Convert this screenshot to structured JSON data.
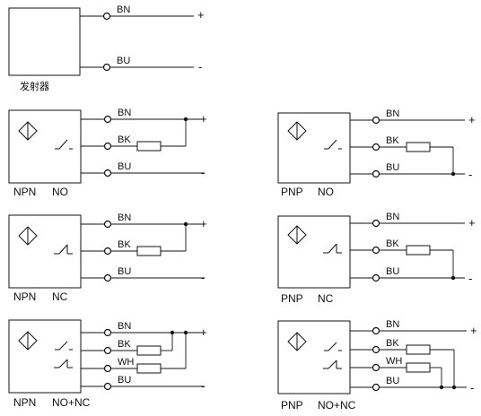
{
  "labels": {
    "brown": "BN",
    "black": "BK",
    "white": "WH",
    "blue": "BU",
    "plus": "+",
    "minus": "-"
  },
  "emitter": {
    "caption": "发射器"
  },
  "sensors": {
    "npn_no": {
      "type": "NPN",
      "mode": "NO"
    },
    "pnp_no": {
      "type": "PNP",
      "mode": "NO"
    },
    "npn_nc": {
      "type": "NPN",
      "mode": "NC"
    },
    "pnp_nc": {
      "type": "PNP",
      "mode": "NC"
    },
    "npn_nonc": {
      "type": "NPN",
      "mode": "NO+NC"
    },
    "pnp_nonc": {
      "type": "PNP",
      "mode": "NO+NC"
    }
  },
  "colors": {
    "line": "#111111",
    "background": "#ffffff"
  }
}
